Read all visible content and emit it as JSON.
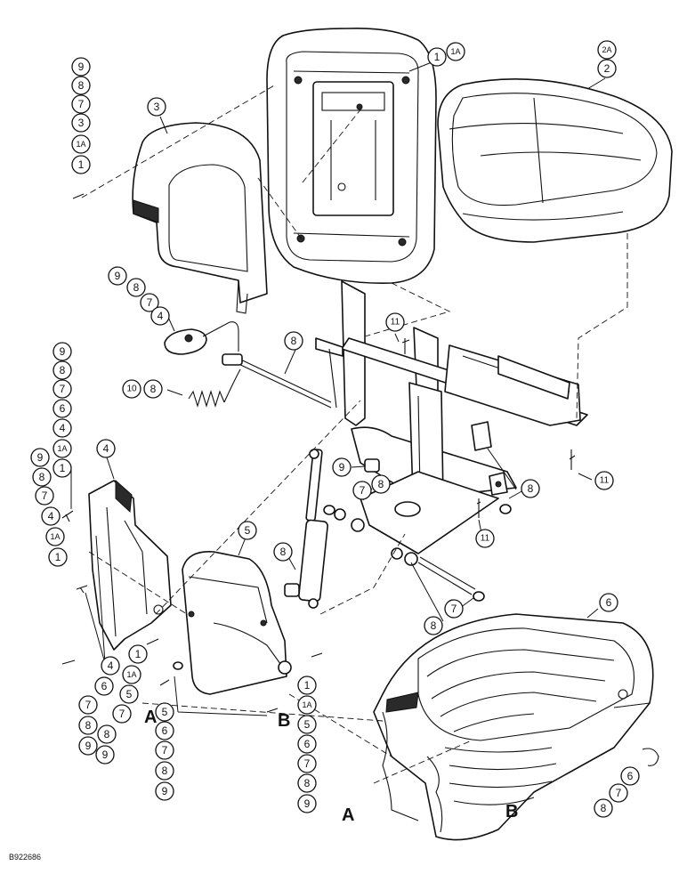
{
  "diagram_code": "B922686",
  "letters": {
    "a": "A",
    "b": "B"
  },
  "callouts": {
    "c1": "1",
    "c1a": "1A",
    "c2": "2",
    "c2a": "2A",
    "c3": "3",
    "c4": "4",
    "c5": "5",
    "c6": "6",
    "c7": "7",
    "c8": "8",
    "c9": "9",
    "c10": "10",
    "c11": "11"
  }
}
